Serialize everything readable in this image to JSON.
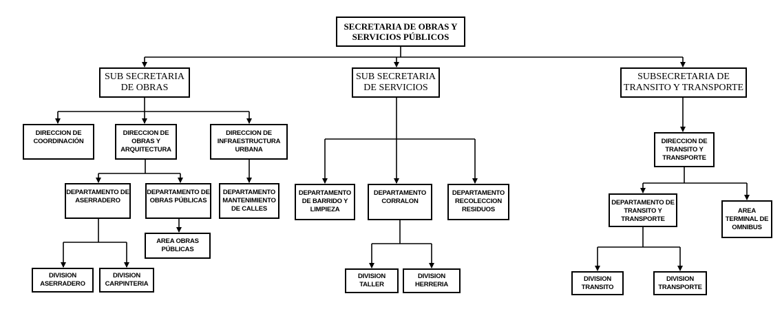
{
  "org": {
    "root": "SECRETARIA DE  OBRAS Y\nSERVICIOS PÚBLICOS",
    "sub_obras": "SUB SECRETARIA\nDE OBRAS",
    "sub_servicios": "SUB SECRETARIA\nDE SERVICIOS",
    "sub_transito": "SUBSECRETARIA DE\nTRANSITO Y TRANSPORTE",
    "dir_coordinacion": "DIRECCION DE\nCOORDINACIÓN",
    "dir_obras_arq": "DIRECCION DE\nOBRAS Y\nARQUITECTURA",
    "dir_infra": "DIRECCION DE\nINFRAESTRUCTURA\nURBANA",
    "dep_aserradero": "DEPARTAMENTO DE\nASERRADERO",
    "dep_obras_publicas": "DEPARTAMENTO DE\nOBRAS PÚBLICAS",
    "dep_mant_calles": "DEPARTAMENTO\nMANTENIMIENTO\nDE CALLES",
    "area_obras_publicas": "AREA OBRAS\nPÚBLICAS",
    "div_aserradero": "DIVISION\nASERRADERO",
    "div_carpinteria": "DIVISION\nCARPINTERIA",
    "dep_barrido": "DEPARTAMENTO\nDE BARRIDO Y\nLIMPIEZA",
    "dep_corralon": "DEPARTAMENTO\nCORRALON",
    "dep_recoleccion": "DEPARTAMENTO\nRECOLECCION\nRESIDUOS",
    "div_taller": "DIVISION\nTALLER",
    "div_herreria": "DIVISION\nHERRERIA",
    "dir_transito": "DIRECCION DE\nTRANSITO Y\nTRANSPORTE",
    "dep_transito": "DEPARTAMENTO DE\nTRANSITO Y\nTRANSPORTE",
    "area_terminal": "AREA\nTERMINAL DE\nOMNIBUS",
    "div_transito": "DIVISION\nTRANSITO",
    "div_transporte": "DIVISION\nTRANSPORTE"
  }
}
